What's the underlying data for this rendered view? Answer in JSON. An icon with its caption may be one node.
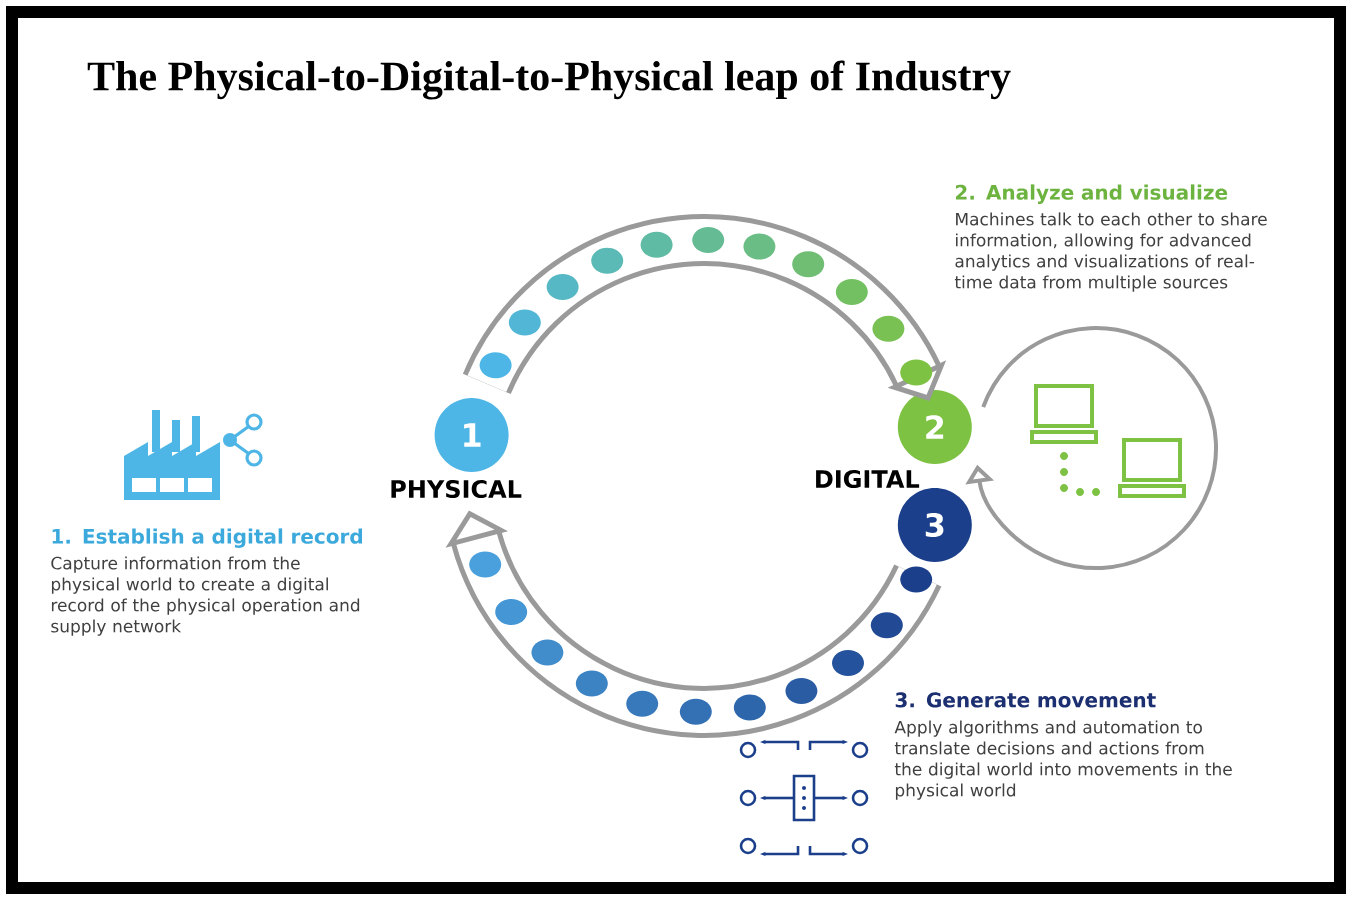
{
  "diagram": {
    "title": "The Physical-to-Digital-to-Physical leap of Industry",
    "nodes": [
      {
        "text": [
          "1"
        ],
        "beside": [
          "PHYSICAL"
        ]
      },
      {
        "text": [
          "2"
        ],
        "beside": [
          "DIGITAL"
        ]
      },
      {
        "text": [
          "3"
        ]
      }
    ],
    "edges": [
      {
        "from": 0,
        "to": 1,
        "arrow": "to"
      },
      {
        "from": 1,
        "to": 1,
        "arrow": "to"
      },
      {
        "from": 2,
        "to": 0,
        "arrow": "to"
      }
    ],
    "labels": [
      "1. Establish a digital record",
      "Capture information from the physical world to create a digital record of the physical operation and supply network",
      "2. Analyze and visualize",
      "Machines talk to each other to share information, allowing for advanced analytics and visualizations of real-time data from multiple sources",
      "3. Generate movement",
      "Apply algorithms and automation to translate decisions and actions from the digital world into movements in the physical world"
    ]
  }
}
